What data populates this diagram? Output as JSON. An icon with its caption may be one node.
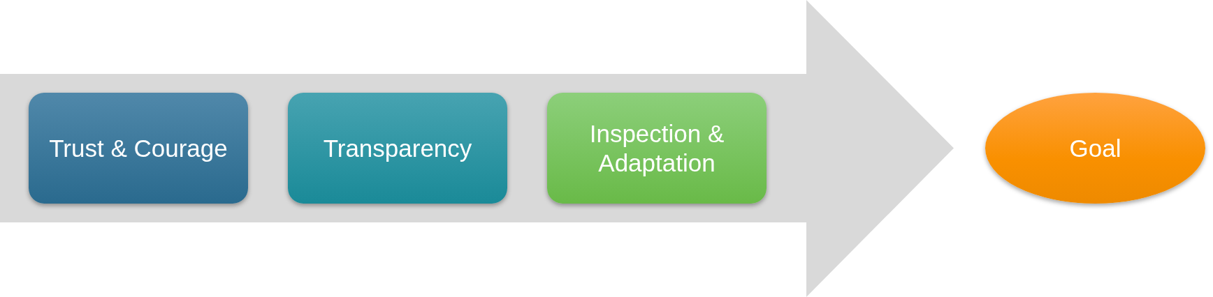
{
  "diagram": {
    "nodes": [
      {
        "text": [
          "Trust & Courage"
        ]
      },
      {
        "text": [
          "Transparency"
        ]
      },
      {
        "text": [
          "Inspection & Adaptation"
        ]
      },
      {
        "text": [
          "Goal"
        ]
      }
    ],
    "edges": [
      {
        "from": null,
        "to": 3,
        "arrow": "to",
        "style": "thick",
        "color": "#d9d9d9"
      }
    ]
  }
}
